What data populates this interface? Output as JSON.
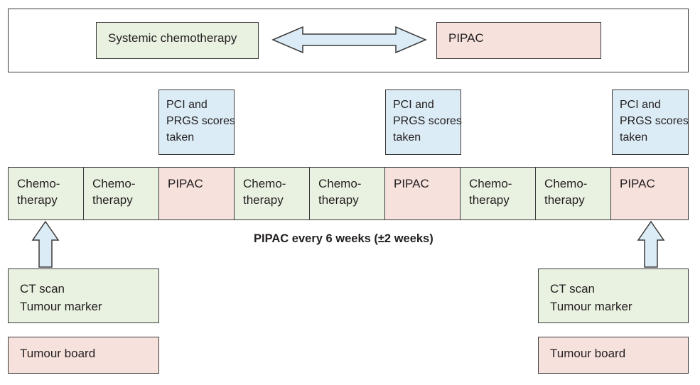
{
  "top_panel": {
    "left_box": "Systemic chemotherapy",
    "right_box": "PIPAC"
  },
  "score_boxes": [
    [
      "PCI and",
      "PRGS scores",
      "taken"
    ],
    [
      "PCI and",
      "PRGS scores",
      "taken"
    ],
    [
      "PCI and",
      "PRGS scores",
      "taken"
    ]
  ],
  "timeline": [
    {
      "type": "chemo",
      "lines": [
        "Chemo-",
        "therapy"
      ]
    },
    {
      "type": "chemo",
      "lines": [
        "Chemo-",
        "therapy"
      ]
    },
    {
      "type": "pipac",
      "lines": [
        "PIPAC"
      ]
    },
    {
      "type": "chemo",
      "lines": [
        "Chemo-",
        "therapy"
      ]
    },
    {
      "type": "chemo",
      "lines": [
        "Chemo-",
        "therapy"
      ]
    },
    {
      "type": "pipac",
      "lines": [
        "PIPAC"
      ]
    },
    {
      "type": "chemo",
      "lines": [
        "Chemo-",
        "therapy"
      ]
    },
    {
      "type": "chemo",
      "lines": [
        "Chemo-",
        "therapy"
      ]
    },
    {
      "type": "pipac",
      "lines": [
        "PIPAC"
      ]
    }
  ],
  "caption": "PIPAC every 6 weeks (±2 weeks)",
  "assessment_left": {
    "ct_lines": [
      "CT scan",
      "Tumour marker"
    ],
    "board": "Tumour board"
  },
  "assessment_right": {
    "ct_lines": [
      "CT scan",
      "Tumour marker"
    ],
    "board": "Tumour board"
  },
  "colors": {
    "chemo": "#e9f2e1",
    "pipac": "#f6e1dd",
    "scores": "#dcecf6",
    "arrow_fill": "#dcecf6",
    "border": "#3a3a3a"
  }
}
